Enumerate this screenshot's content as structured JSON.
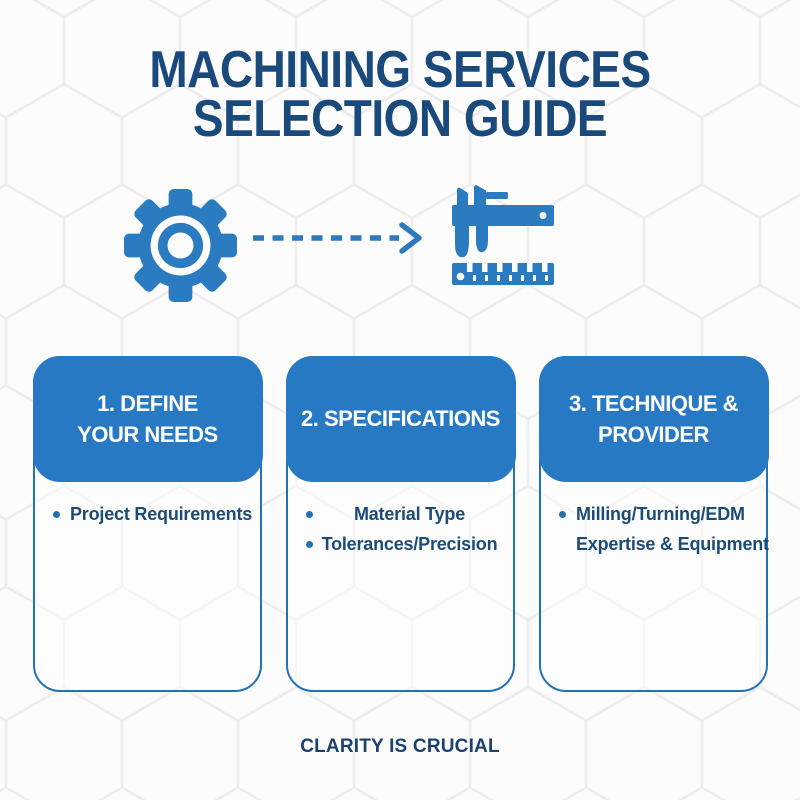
{
  "poster": {
    "title_line1": "MACHINING SERVICES",
    "title_line2": "SELECTION GUIDE",
    "footer": "CLARITY IS CRUCIAL"
  },
  "hero": {
    "icons": [
      {
        "name": "gear-icon",
        "meaning": "machining process"
      },
      {
        "name": "dashed-arrow-icon",
        "meaning": "leads to"
      },
      {
        "name": "caliper-icon",
        "meaning": "measurement / precision"
      }
    ]
  },
  "cards": [
    {
      "title_lines": [
        "1. DEFINE",
        "YOUR NEEDS"
      ],
      "items": [
        {
          "lines": [
            "Project Requirements"
          ]
        }
      ]
    },
    {
      "title_lines": [
        "2. SPECIFICATIONS"
      ],
      "items": [
        {
          "lines": [
            "Material Type"
          ]
        },
        {
          "lines": [
            "Tolerances/Precision"
          ]
        }
      ]
    },
    {
      "title_lines": [
        "3. TECHNIQUE &",
        "PROVIDER"
      ],
      "items": [
        {
          "lines": [
            "Milling/Turning/EDM",
            "Expertise & Equipment"
          ]
        }
      ]
    }
  ],
  "colors": {
    "accent_blue": "#2779c4",
    "icon_blue": "#2b7bc0",
    "border_blue": "#2372b8",
    "title_navy": "#1a4a7c",
    "body_navy": "#1d4b78",
    "header_text": "#ffffff",
    "hexagon_line": "#ebedef",
    "background": "#fcfcfd"
  }
}
